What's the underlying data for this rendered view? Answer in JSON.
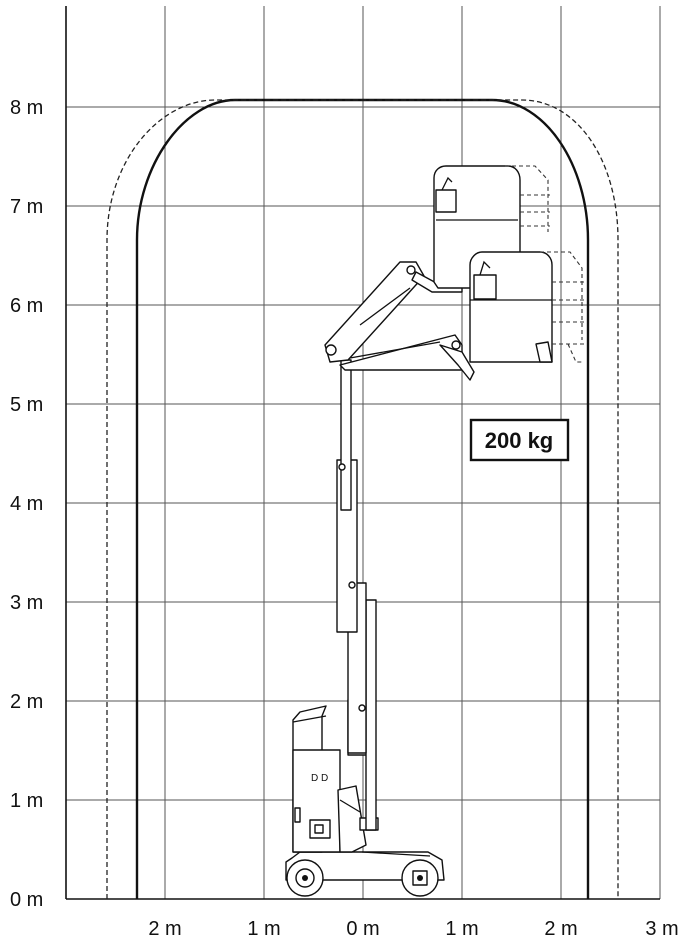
{
  "diagram": {
    "load_label": "200 kg",
    "y_axis": {
      "unit": "m",
      "ticks": [
        "0 m",
        "1 m",
        "2 m",
        "3 m",
        "4 m",
        "5 m",
        "6 m",
        "7 m",
        "8 m"
      ]
    },
    "x_axis": {
      "unit": "m",
      "ticks": [
        "2 m",
        "1 m",
        "0 m",
        "1 m",
        "2 m",
        "3 m"
      ]
    },
    "working_envelope": {
      "max_height_m": 8,
      "outreach_left_m": 2.3,
      "outreach_right_m": 2.3
    }
  }
}
